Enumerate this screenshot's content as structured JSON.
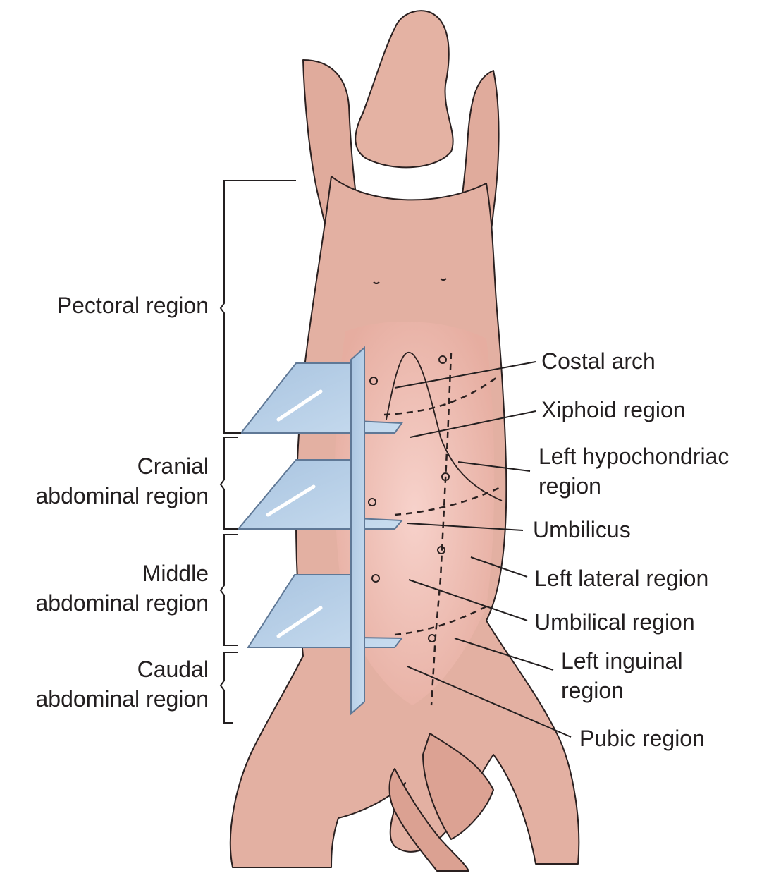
{
  "colors": {
    "skin": "#e8b6a6",
    "skin_shadow": "#d29a8b",
    "belly": "#f4c8c0",
    "outline": "#2a2020",
    "plane_fill": "#b9d1e8",
    "plane_edge": "#6f8aa6",
    "text": "#231f20"
  },
  "left_labels": {
    "pectoral": "Pectoral region",
    "cranial_1": "Cranial",
    "cranial_2": "abdominal region",
    "middle_1": "Middle",
    "middle_2": "abdominal region",
    "caudal_1": "Caudal",
    "caudal_2": "abdominal region"
  },
  "right_labels": {
    "costal_arch": "Costal arch",
    "xiphoid": "Xiphoid region",
    "left_hypochondriac_1": "Left hypochondriac",
    "left_hypochondriac_2": "region",
    "umbilicus": "Umbilicus",
    "left_lateral": "Left lateral region",
    "umbilical": "Umbilical region",
    "left_inguinal_1": "Left inguinal",
    "left_inguinal_2": "region",
    "pubic": "Pubic region"
  }
}
